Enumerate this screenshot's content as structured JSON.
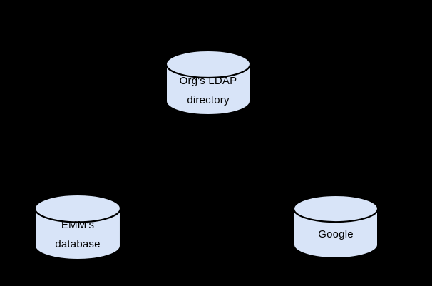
{
  "canvas": {
    "background_color": "#000000"
  },
  "diagram": {
    "type": "database-cylinder-diagram",
    "node_fill_color": "#d8e4f8",
    "node_stroke_color": "#000000",
    "label_text_color": "#000000",
    "nodes": [
      {
        "id": "org-ldap-directory",
        "shape": "cylinder",
        "label_lines": [
          "Org's LDAP",
          "directory"
        ]
      },
      {
        "id": "emm-database",
        "shape": "cylinder",
        "label_lines": [
          "EMM's",
          "database"
        ]
      },
      {
        "id": "google",
        "shape": "cylinder",
        "label_lines": [
          "Google"
        ]
      }
    ]
  }
}
